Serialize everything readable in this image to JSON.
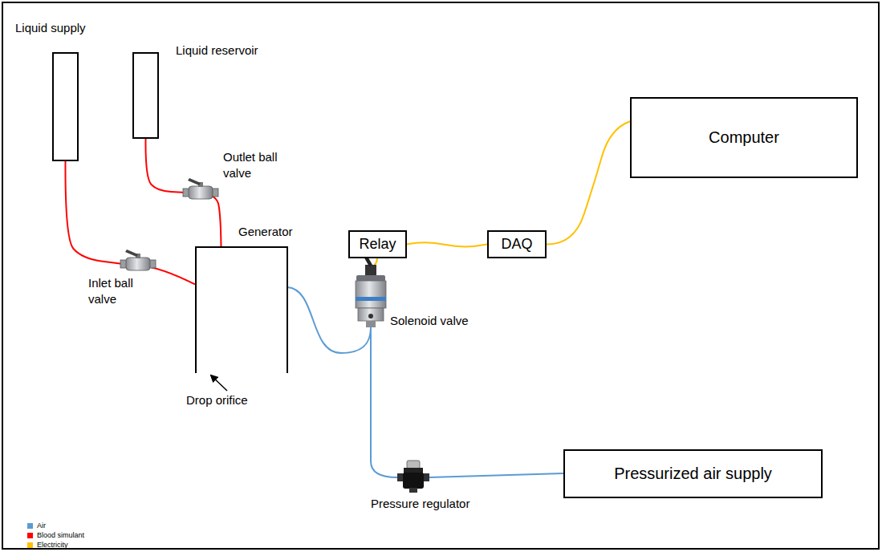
{
  "diagram": {
    "nodes": [
      {
        "text": [
          "Liquid supply"
        ]
      },
      {
        "text": [
          "Liquid reservoir"
        ]
      },
      {
        "text": [
          "Generator"
        ]
      },
      {
        "text": [
          "Relay"
        ]
      },
      {
        "text": [
          "DAQ"
        ]
      },
      {
        "text": [
          "Computer"
        ]
      },
      {
        "text": [
          "Pressurized air supply"
        ]
      }
    ],
    "edges": [
      {
        "from": 0,
        "to": 2,
        "arrow": "none"
      },
      {
        "from": 1,
        "to": 2,
        "arrow": "none"
      },
      {
        "from": 3,
        "to": 4,
        "arrow": "none"
      },
      {
        "from": 4,
        "to": 5,
        "arrow": "none"
      }
    ],
    "labels": [
      "Outlet ball valve",
      "Inlet ball valve",
      "Drop orifice",
      "Solenoid valve",
      "Pressure regulator"
    ],
    "legend": [
      {
        "text": "Air",
        "color": "#5b9bd5"
      },
      {
        "text": "Blood simulant",
        "color": "#ff0000"
      },
      {
        "text": "Electricity",
        "color": "#ffc000"
      }
    ]
  }
}
